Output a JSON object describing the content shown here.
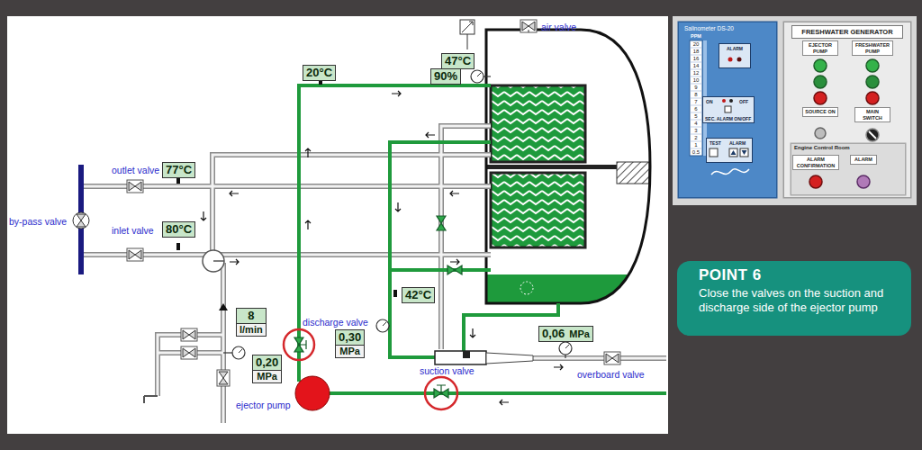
{
  "diagram": {
    "nodes": [
      {
        "text": [
          "47°C"
        ]
      },
      {
        "text": [
          "90%"
        ]
      },
      {
        "text": [
          "20°C"
        ]
      },
      {
        "text": [
          "77°C"
        ]
      },
      {
        "text": [
          "80°C"
        ]
      },
      {
        "text": [
          "42°C"
        ]
      },
      {
        "text": [
          "8",
          "l/min"
        ]
      },
      {
        "text": [
          "0,30",
          "MPa"
        ]
      },
      {
        "text": [
          "0,20",
          "MPa"
        ]
      },
      {
        "text": [
          "0,06",
          "MPa"
        ]
      },
      {
        "text": [
          "Salinometer DS-20"
        ]
      },
      {
        "text": [
          "ALARM"
        ],
        "in": 10
      },
      {
        "text": [
          "ON",
          "OFF",
          "SEC. ALARM ON/OFF"
        ],
        "in": 10
      },
      {
        "text": [
          "TEST",
          "ALARM"
        ],
        "in": 10
      },
      {
        "text": [
          "FRESHWATER GENERATOR"
        ]
      },
      {
        "text": [
          "EJECTOR PUMP"
        ],
        "in": 14
      },
      {
        "text": [
          "FRESHWATER PUMP"
        ],
        "in": 14
      },
      {
        "text": [
          "SOURCE ON"
        ],
        "in": 14
      },
      {
        "text": [
          "MAIN SWITCH"
        ],
        "in": 14
      },
      {
        "text": [
          "Engine Control Room"
        ],
        "in": 14
      },
      {
        "text": [
          "ALARM CONFIRMATION"
        ],
        "in": 19
      },
      {
        "text": [
          "ALARM"
        ],
        "in": 19
      },
      {
        "text": [
          "POINT 6",
          "Close the valves on the suction and discharge side of the ejector pump"
        ]
      }
    ],
    "labels": [
      "air valve",
      "outlet valve",
      "by-pass valve",
      "inlet valve",
      "discharge valve",
      "ejector pump",
      "suction valve",
      "overboard valve",
      "PPM",
      "20",
      "18",
      "16",
      "14",
      "12",
      "10",
      "9",
      "8",
      "7",
      "6",
      "5",
      "4",
      "3",
      "2",
      "1",
      "0.5"
    ]
  }
}
